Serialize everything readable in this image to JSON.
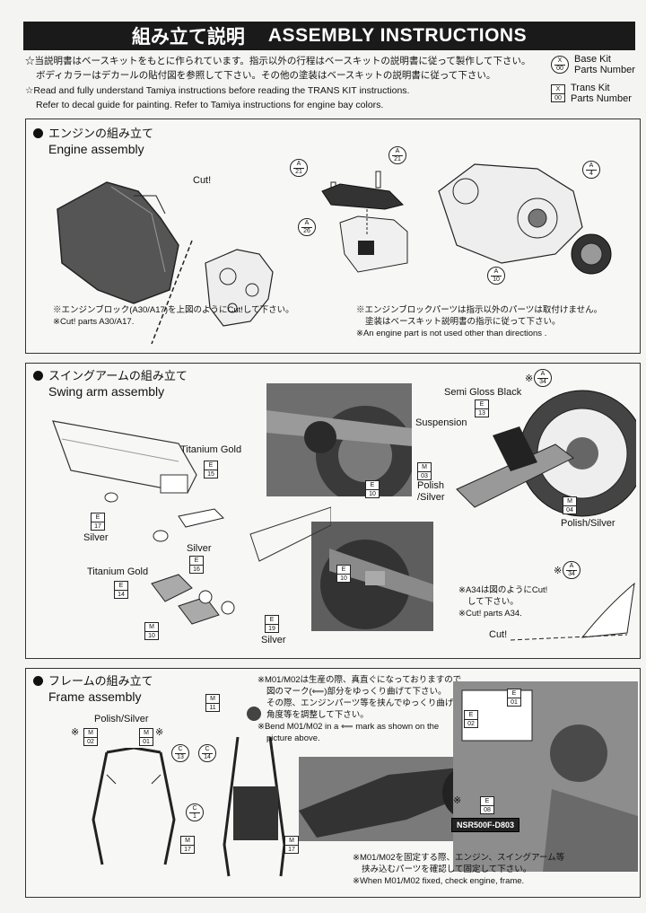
{
  "header": {
    "title_jp": "組み立て説明",
    "title_en": "ASSEMBLY INSTRUCTIONS"
  },
  "intro": {
    "line1": "☆当説明書はベースキットをもとに作られています。指示以外の行程はベースキットの説明書に従って製作して下さい。",
    "line2": "ボディカラーはデカールの貼付図を参照して下さい。その他の塗装はベースキットの説明書に従って下さい。",
    "line3": "☆Read and fully understand Tamiya instructions before reading the TRANS KIT instructions.",
    "line4": "Refer to decal guide for painting. Refer to Tamiya instructions for engine bay colors."
  },
  "legend": {
    "base_top": "X",
    "base_bottom": "00",
    "base_line1": "Base Kit",
    "base_line2": "Parts Number",
    "trans_top": "X",
    "trans_bottom": "00",
    "trans_line1": "Trans Kit",
    "trans_line2": "Parts Number"
  },
  "engine": {
    "title_jp": "エンジンの組み立て",
    "title_en": "Engine assembly",
    "cut_label": "Cut!",
    "note1_jp": "※エンジンブロック(A30/A17)を上図のようにCut!して下さい。",
    "note1_en": "※Cut! parts A30/A17.",
    "note2_jp": "※エンジンブロックパーツは指示以外のパーツは取付けません。",
    "note2_jp2": "塗装はベースキット説明書の指示に従って下さい。",
    "note2_en": "※An engine part is not used other than directions .",
    "parts": [
      {
        "top": "A",
        "num": "21"
      },
      {
        "top": "A",
        "num": "21"
      },
      {
        "top": "A",
        "num": "26"
      },
      {
        "top": "A",
        "num": "4"
      },
      {
        "top": "A",
        "num": "10"
      }
    ]
  },
  "swingarm": {
    "title_jp": "スイングアームの組み立て",
    "title_en": "Swing arm assembly",
    "titanium_gold": "Titanium Gold",
    "titanium_gold2": "Titanium Gold",
    "silver1": "Silver",
    "silver2": "Silver",
    "silver3": "Silver",
    "semi_gloss": "Semi Gloss Black",
    "suspension": "Suspension",
    "polish1": "Polish",
    "polish2": "/Silver",
    "polish_silver": "Polish/Silver",
    "note_jp1": "※A34は図のようにCut!",
    "note_jp2": "して下さい。",
    "note_en": "※Cut! parts A34.",
    "cut_label": "Cut!",
    "parts": {
      "e15": {
        "top": "E",
        "num": "15"
      },
      "e17": {
        "top": "E",
        "num": "17"
      },
      "e16": {
        "top": "E",
        "num": "16"
      },
      "e14": {
        "top": "E",
        "num": "14"
      },
      "m10a": {
        "top": "M",
        "num": "10"
      },
      "e19": {
        "top": "E",
        "num": "19"
      },
      "e10a": {
        "top": "E",
        "num": "10"
      },
      "e10b": {
        "top": "E",
        "num": "10"
      },
      "m03": {
        "top": "M",
        "num": "03"
      },
      "e13": {
        "top": "E",
        "num": "13"
      },
      "m04": {
        "top": "M",
        "num": "04"
      },
      "a34a": {
        "top": "A",
        "num": "34"
      },
      "a34b": {
        "top": "A",
        "num": "34"
      }
    },
    "mark_a34a": "※",
    "mark_a34b": "※"
  },
  "frame": {
    "title_jp": "フレームの組み立て",
    "title_en": "Frame assembly",
    "polish_silver": "Polish/Silver",
    "note_top_jp1": "※M01/M02は生産の際、真直ぐになっておりますので",
    "note_top_jp2": "図のマーク(⟸)部分をゆっくり曲げて下さい。",
    "note_top_jp3": "その際、エンジンパーツ等を挟んでゆっくり曲げ",
    "note_top_jp4": "角度等を調整して下さい。",
    "note_top_en1": "※Bend M01/M02 in a ⟸ mark as shown on the",
    "note_top_en2": "picture above.",
    "note_bot_jp1": "※M01/M02を固定する際、エンジン、スイングアーム等",
    "note_bot_jp2": "挟み込むパーツを確認して固定して下さい。",
    "note_bot_en": "※When M01/M02 fixed, check engine, frame.",
    "decal": "NSR500F-D803",
    "mark_m02": "※",
    "mark_m01": "※",
    "mark_e08": "※",
    "parts": {
      "m02": {
        "top": "M",
        "num": "02"
      },
      "m01": {
        "top": "M",
        "num": "01"
      },
      "m11": {
        "top": "M",
        "num": "11"
      },
      "c13": {
        "top": "C",
        "num": "13"
      },
      "c14": {
        "top": "C",
        "num": "14"
      },
      "c1": {
        "top": "C",
        "num": "1"
      },
      "m17a": {
        "top": "M",
        "num": "17"
      },
      "m17b": {
        "top": "M",
        "num": "17"
      },
      "e01": {
        "top": "E",
        "num": "01"
      },
      "e02": {
        "top": "E",
        "num": "02"
      },
      "e08": {
        "top": "E",
        "num": "08"
      }
    }
  }
}
